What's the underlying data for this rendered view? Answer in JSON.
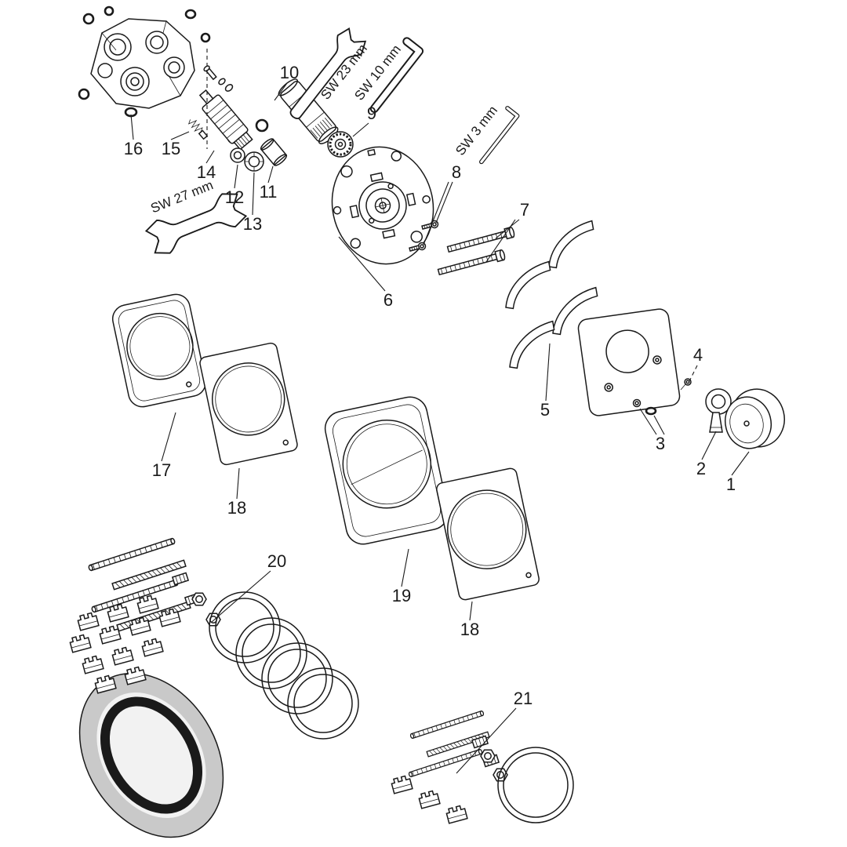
{
  "figure": {
    "colors": {
      "line": "#1a1a1a",
      "background": "#ffffff",
      "gasket-gray": "#c9c9c9",
      "gasket-core": "#f2f2f2"
    }
  },
  "labels": {
    "p1": "1",
    "p2": "2",
    "p3": "3",
    "p4": "4",
    "p5": "5",
    "p6": "6",
    "p7": "7",
    "p8": "8",
    "p9": "9",
    "p10": "10",
    "p11": "11",
    "p12": "12",
    "p13": "13",
    "p14": "14",
    "p15": "15",
    "p16": "16",
    "p17": "17",
    "p18": "18",
    "p19": "19",
    "p20": "20",
    "p21": "21",
    "sw23": "SW 23 mm",
    "sw10": "SW 10 mm",
    "sw3": "SW 3 mm",
    "sw27": "SW 27 mm"
  }
}
